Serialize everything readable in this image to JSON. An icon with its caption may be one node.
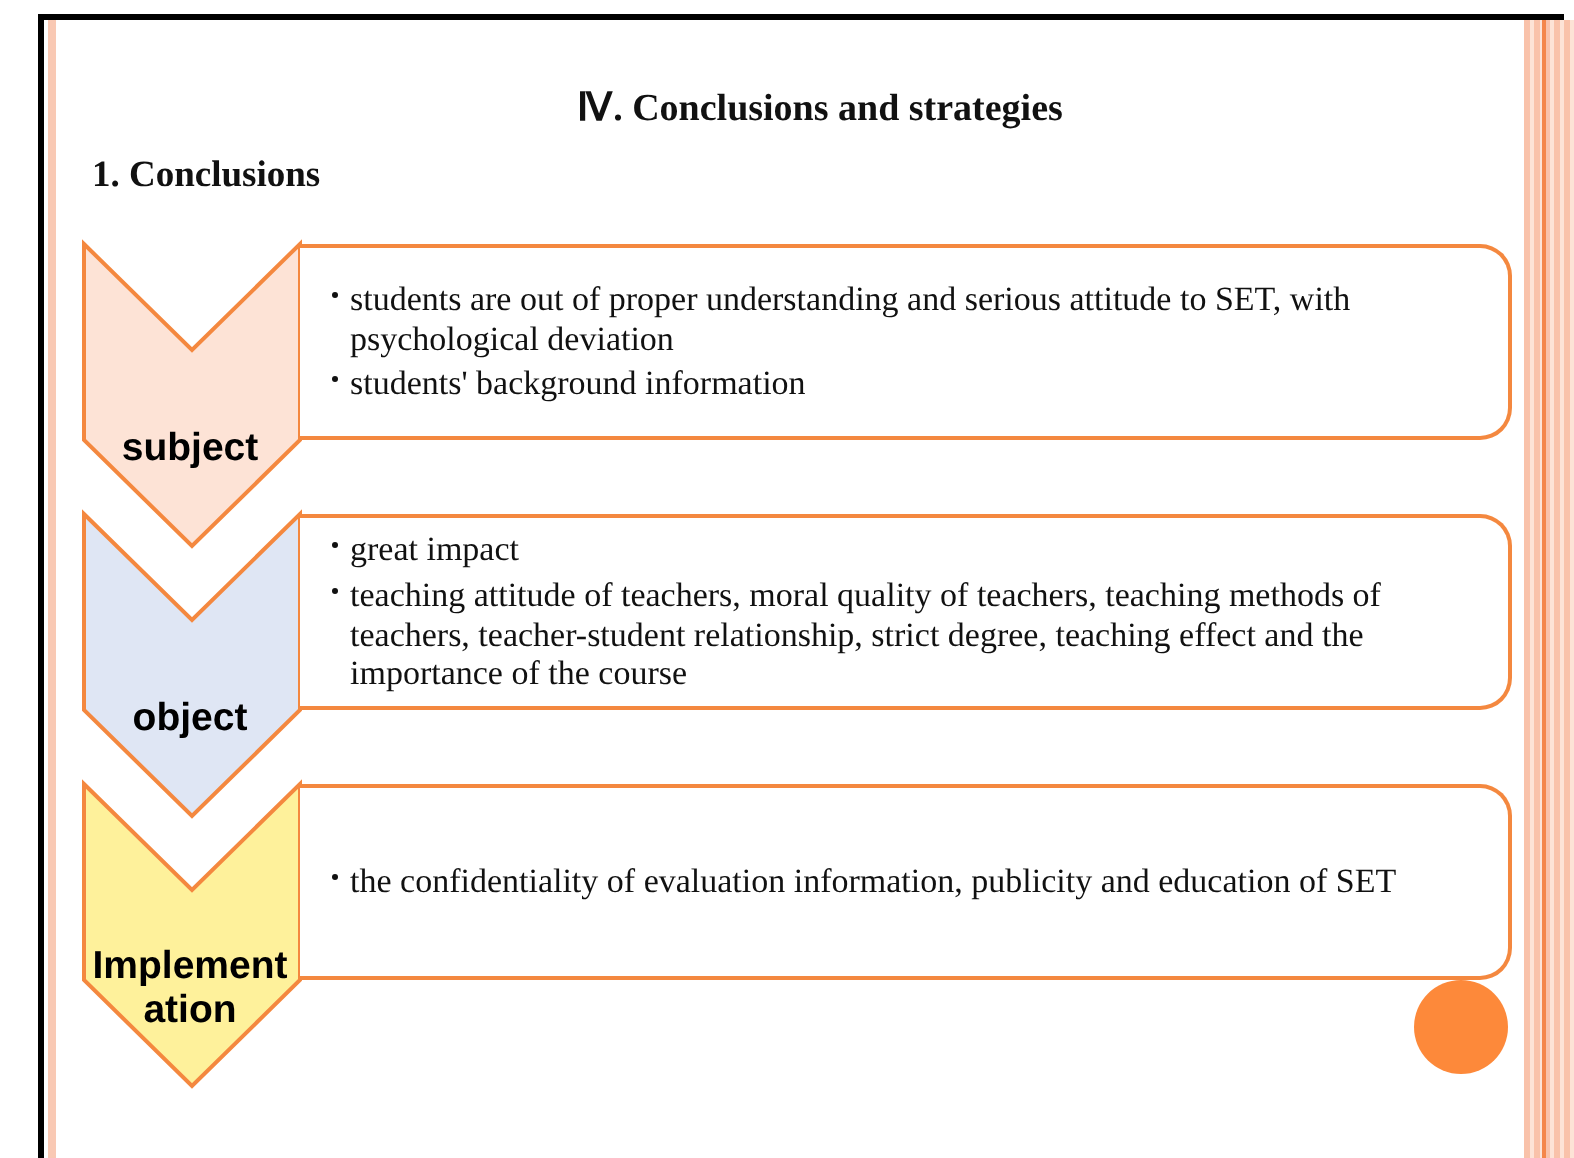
{
  "diagram": {
    "title": "Ⅳ. Conclusions and strategies",
    "nodes": [
      {
        "text": [
          "subject"
        ]
      },
      {
        "text": [
          "students are out of proper understanding and serious attitude to SET, with psychological deviation",
          "students' background information"
        ]
      },
      {
        "text": [
          "object"
        ]
      },
      {
        "text": [
          "great impact",
          "teaching attitude of teachers, moral quality of teachers, teaching methods of teachers, teacher-student relationship, strict degree, teaching effect and the importance of the course"
        ]
      },
      {
        "text": [
          "Implementation"
        ]
      },
      {
        "text": [
          "the confidentiality of evaluation information, publicity and education of SET"
        ]
      }
    ],
    "labels": [
      "1. Conclusions"
    ]
  }
}
